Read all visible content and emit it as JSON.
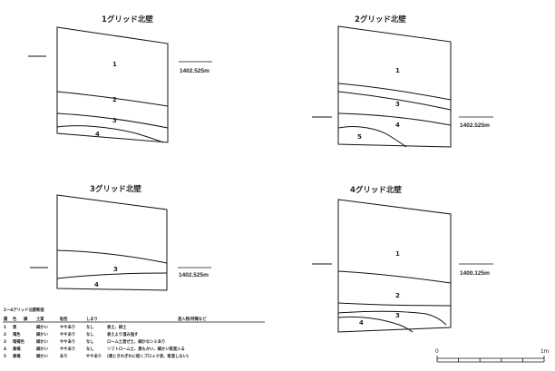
{
  "profiles": [
    {
      "title": "1グリッド北壁",
      "elevation": "1402.525m",
      "layers": [
        "1",
        "2",
        "3",
        "4"
      ]
    },
    {
      "title": "2グリッド北壁",
      "elevation": "1402.525m",
      "layers": [
        "1",
        "3",
        "4",
        "5"
      ]
    },
    {
      "title": "3グリッド北壁",
      "elevation": "1402.525m",
      "layers": [
        "3",
        "4"
      ]
    },
    {
      "title": "4グリッド北壁",
      "elevation": "1400.125m",
      "layers": [
        "1",
        "2",
        "3",
        "4"
      ]
    }
  ],
  "legend": {
    "caption": "1～4グリッド北壁断面",
    "headers": [
      "層",
      "色",
      "調",
      "土質",
      "粘性",
      "しまり",
      "混入物/特徴など"
    ],
    "rows": [
      [
        "1",
        "黒",
        "細かい",
        "ややあり",
        "なし",
        "表土、耕土"
      ],
      [
        "2",
        "褐色",
        "細かい",
        "ややあり",
        "なし",
        "表土より湿み強す"
      ],
      [
        "3",
        "暗褐色",
        "細かい",
        "ややあり",
        "なし",
        "ローム土混ぜ土、細かなシミあり"
      ],
      [
        "4",
        "黄褐",
        "細かい",
        "ややあり",
        "なし",
        "ソフトローム土、黒もかい、細かい斑混入る"
      ],
      [
        "5",
        "黄褐",
        "細かい",
        "あり",
        "ややあり",
        "(黒ときれぎれに斑くブロック状、斑混しない)"
      ]
    ]
  },
  "scale": {
    "start": "0",
    "end": "1m"
  }
}
